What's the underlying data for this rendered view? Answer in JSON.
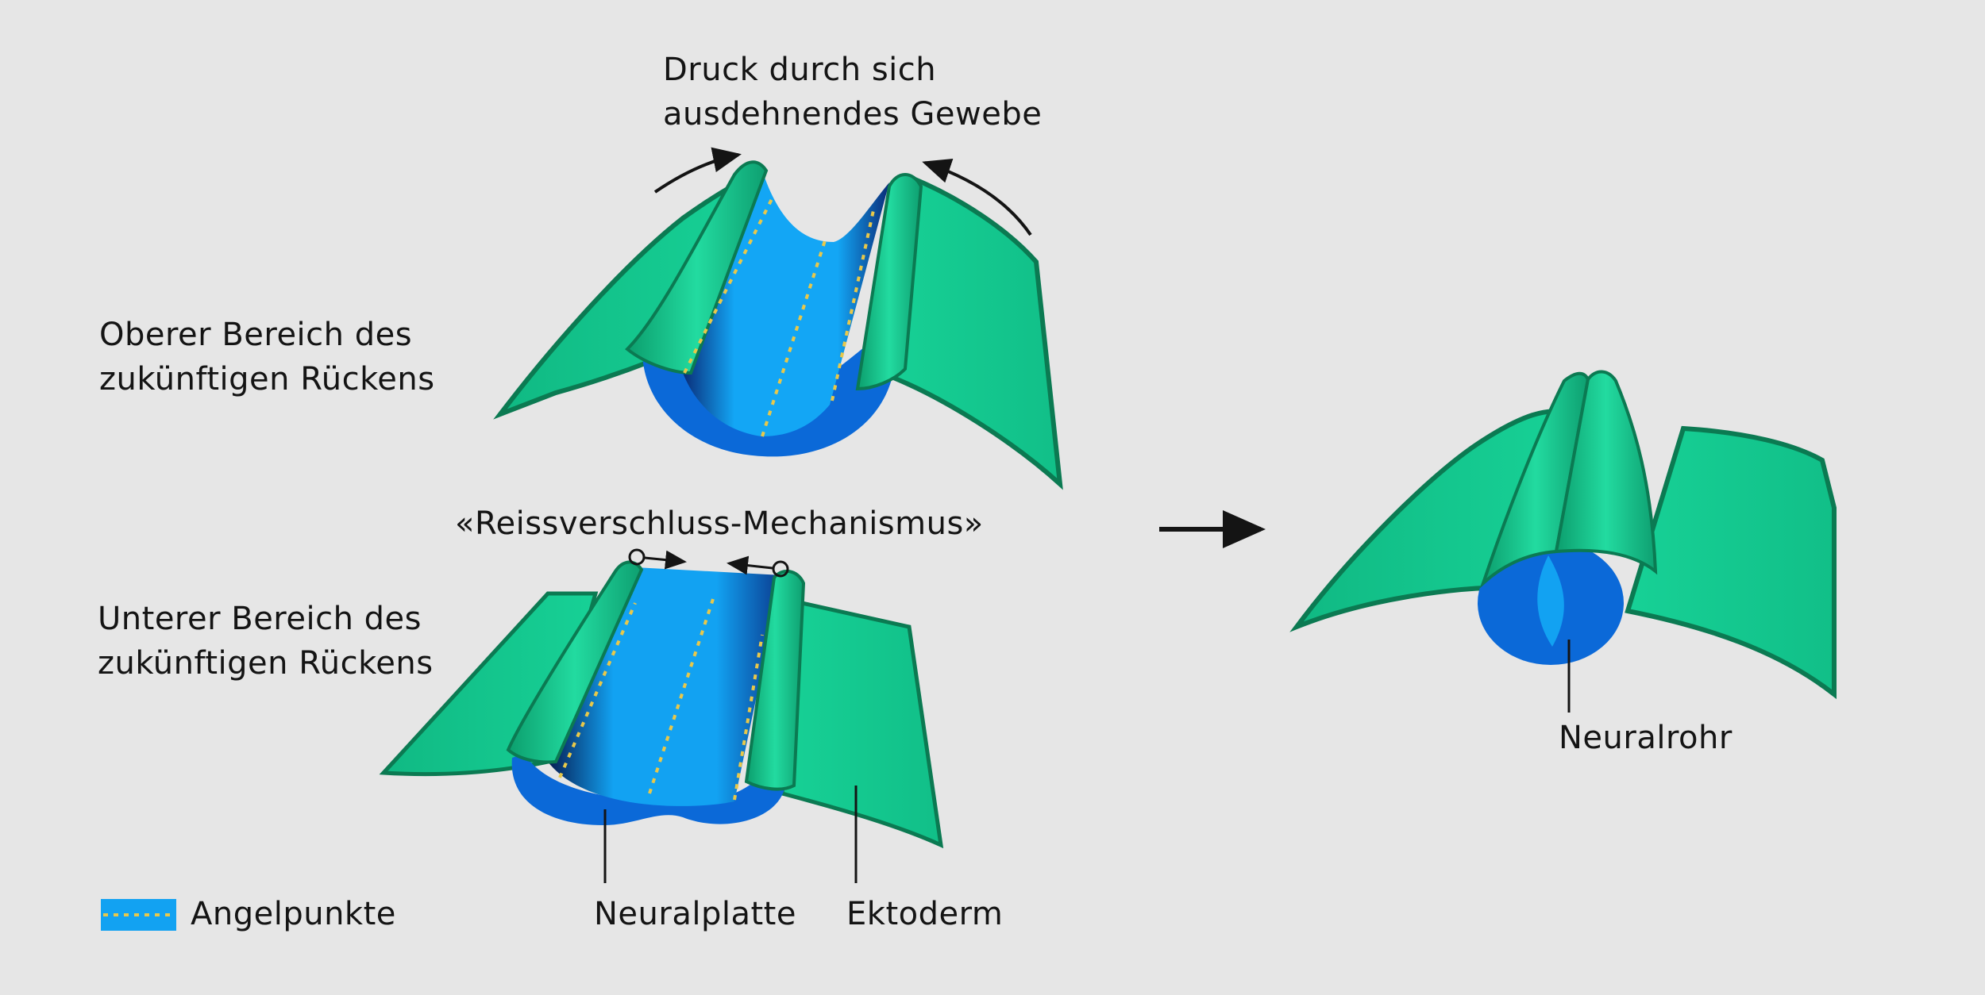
{
  "title": {
    "line1": "Druck durch sich",
    "line2": "ausdehnendes Gewebe"
  },
  "labels": {
    "upper_line1": "Oberer Bereich des",
    "upper_line2": "zukünftigen Rückens",
    "zipper": "«Reissverschluss-Mechanismus»",
    "lower_line1": "Unterer Bereich des",
    "lower_line2": "zukünftigen Rückens",
    "neuralrohr": "Neuralrohr",
    "neuralplatte": "Neuralplatte",
    "ektoderm": "Ektoderm"
  },
  "legend": {
    "label": "Angelpunkte"
  },
  "colors": {
    "background": "#e6e6e6",
    "ectoderm": "#14c98e",
    "ectoderm_dark": "#0aa874",
    "ectoderm_edge": "#0b7a52",
    "neural_plate": "#12a2f2",
    "neural_plate_side": "#0b69d8",
    "neural_groove_shadow": "#0a2a6e",
    "hinge_points": "#e8c84a",
    "text": "#141414"
  }
}
